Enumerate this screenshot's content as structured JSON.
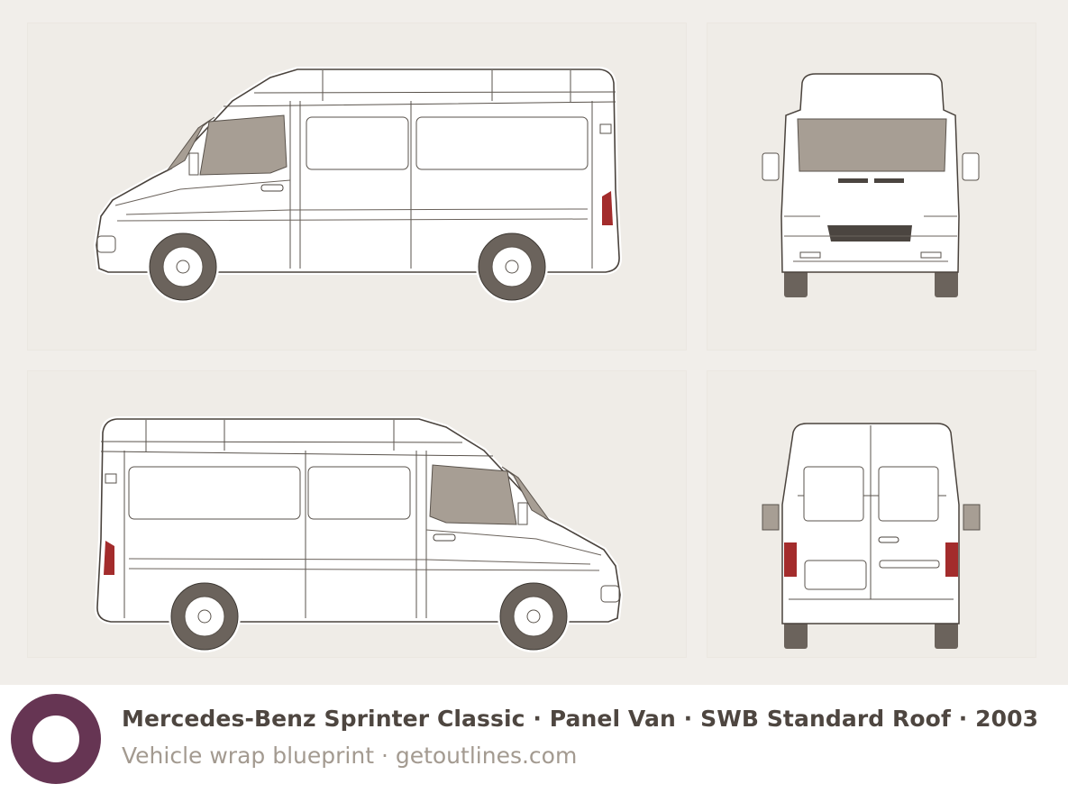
{
  "caption": {
    "title": "Mercedes-Benz Sprinter Classic · Panel Van · SWB Standard Roof · 2003",
    "subtitle": "Vehicle wrap blueprint · getoutlines.com"
  },
  "views": [
    "left-side",
    "front",
    "right-side",
    "rear"
  ],
  "colors": {
    "brand": "#663553",
    "glass": "#a79e94",
    "tire": "#6b635c",
    "light": "#a32c2c",
    "background": "#f1eeea"
  }
}
